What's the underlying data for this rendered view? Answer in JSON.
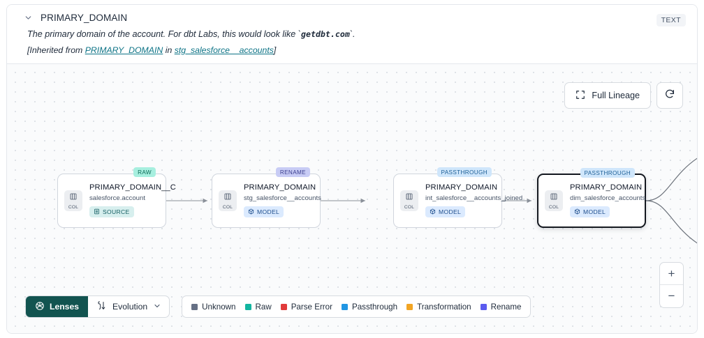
{
  "header": {
    "collapse_icon": "chevron-down-icon",
    "title": "PRIMARY_DOMAIN",
    "type_badge": "TEXT",
    "description_pre": "The primary domain of the account. For dbt Labs, this would look like `",
    "description_code": "getdbt.com",
    "description_post": "`.",
    "inherited_prefix": "[Inherited from ",
    "inherited_link": "PRIMARY_DOMAIN",
    "inherited_mid": " in ",
    "inherited_source": "stg_salesforce__accounts",
    "inherited_suffix": "]"
  },
  "canvas": {
    "full_lineage_label": "Full Lineage",
    "full_lineage_icon": "expand-icon",
    "refresh_icon": "refresh-icon",
    "zoom_in_label": "+",
    "zoom_out_label": "−",
    "col_label": "COL",
    "nodes": [
      {
        "tag": "RAW",
        "tag_class": "raw",
        "name": "PRIMARY_DOMAIN__C",
        "sub": "salesforce.account",
        "badge": "SOURCE",
        "badge_class": "source",
        "badge_icon": "database-icon",
        "selected": false
      },
      {
        "tag": "RENAME",
        "tag_class": "rename",
        "name": "PRIMARY_DOMAIN",
        "sub": "stg_salesforce__accounts",
        "badge": "MODEL",
        "badge_class": "model",
        "badge_icon": "cube-icon",
        "selected": false
      },
      {
        "tag": "PASSTHROUGH",
        "tag_class": "passthrough",
        "name": "PRIMARY_DOMAIN",
        "sub": "int_salesforce__accounts_joined",
        "badge": "MODEL",
        "badge_class": "model",
        "badge_icon": "cube-icon",
        "selected": false
      },
      {
        "tag": "PASSTHROUGH",
        "tag_class": "passthrough",
        "name": "PRIMARY_DOMAIN",
        "sub": "dim_salesforce_accounts",
        "badge": "MODEL",
        "badge_class": "model",
        "badge_icon": "cube-icon",
        "selected": true
      }
    ]
  },
  "bottom": {
    "lenses_label": "Lenses",
    "lenses_icon": "aperture-icon",
    "evolution_label": "Evolution",
    "evolution_icon": "evolution-icon",
    "evolution_caret": "chevron-down-icon",
    "legend": [
      {
        "label": "Unknown",
        "color": "#667085"
      },
      {
        "label": "Raw",
        "color": "#12b5a0"
      },
      {
        "label": "Parse Error",
        "color": "#e13b3b"
      },
      {
        "label": "Passthrough",
        "color": "#2196e3"
      },
      {
        "label": "Transformation",
        "color": "#f2a524"
      },
      {
        "label": "Rename",
        "color": "#5b5bef"
      }
    ]
  }
}
